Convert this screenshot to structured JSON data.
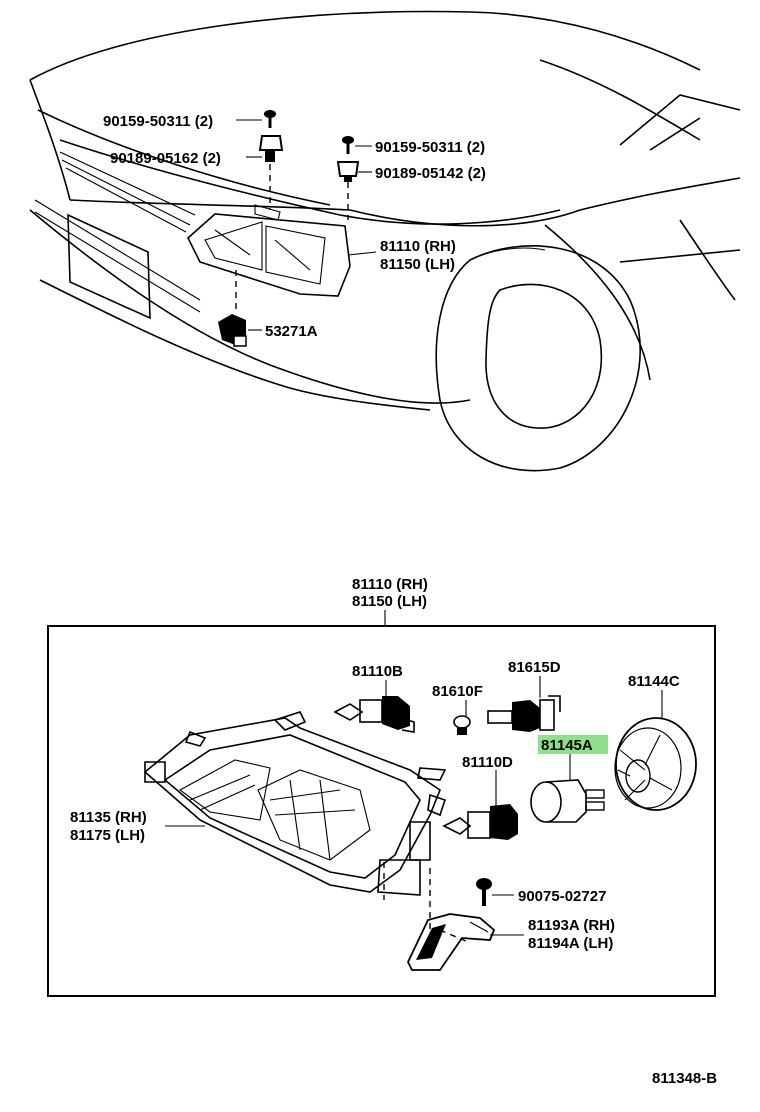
{
  "colors": {
    "highlight": "#8ee08a",
    "ink": "#000000",
    "background": "#ffffff"
  },
  "top_view": {
    "labels": {
      "bolt_a": "90159-50311 (2)",
      "nut_a": "90189-05162 (2)",
      "bolt_b": "90159-50311 (2)",
      "nut_b": "90189-05142 (2)",
      "headlamp_rh": "81110 (RH)",
      "headlamp_lh": "81150 (LH)",
      "clip": "53271A"
    }
  },
  "detail_view": {
    "title_rh": "81110 (RH)",
    "title_lh": "81150 (LH)",
    "labels": {
      "bulb_high": "81110B",
      "bulb_small": "81610F",
      "socket": "81615D",
      "cover": "81144C",
      "highlighted_part": "81145A",
      "bulb_low": "81110D",
      "lens_rh": "81135 (RH)",
      "lens_lh": "81175 (LH)",
      "screw": "90075-02727",
      "bracket_rh": "81193A (RH)",
      "bracket_lh": "81194A (LH)"
    }
  },
  "figure_code": "811348-B"
}
